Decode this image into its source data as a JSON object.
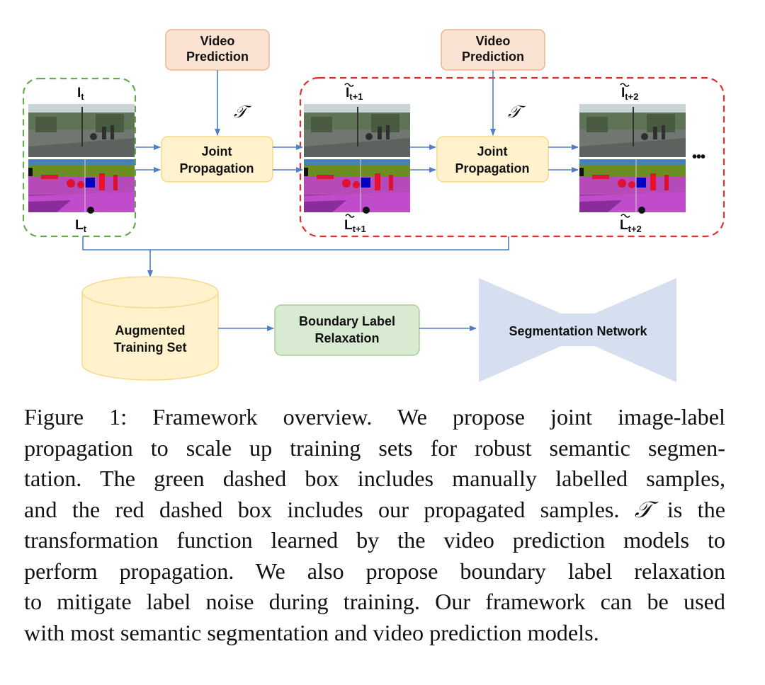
{
  "figure": {
    "video_prediction_label_1": "Video",
    "video_prediction_label_2": "Prediction",
    "joint_propagation_label_1": "Joint",
    "joint_propagation_label_2": "Propagation",
    "transform_symbol": "𝒯",
    "I_t": "I",
    "I_t_sub": "t",
    "L_t": "L",
    "L_t_sub": "t",
    "I_t1": "I",
    "I_t1_sub": "t+1",
    "L_t1": "L",
    "L_t1_sub": "t+1",
    "I_t2": "I",
    "I_t2_sub": "t+2",
    "L_t2": "L",
    "L_t2_sub": "t+2",
    "ellipsis": "•••",
    "augmented_1": "Augmented",
    "augmented_2": "Training Set",
    "boundary_1": "Boundary Label",
    "boundary_2": "Relaxation",
    "segnet": "Segmentation Network",
    "colors": {
      "green_dashed": "#6aa84f",
      "red_dashed": "#e0302f",
      "orange_box": "#fbe3d4",
      "yellow_box": "#fff2cc",
      "green_box": "#d9ead3",
      "net_shape": "#d6dff0",
      "arrow": "#4f7fc7"
    }
  },
  "caption": {
    "lines": [
      "Figure 1: Framework overview.  We propose joint image-label",
      "propagation to scale up training sets for robust semantic segmen-",
      "tation. The green dashed box includes manually labelled samples,",
      "and the red dashed box includes our propagated samples.",
      " is the",
      "transformation function learned by the video prediction models to",
      "perform propagation.  We also propose boundary label relaxation",
      "to mitigate label noise during training. Our framework can be used",
      "with most semantic segmentation and video prediction models."
    ]
  }
}
